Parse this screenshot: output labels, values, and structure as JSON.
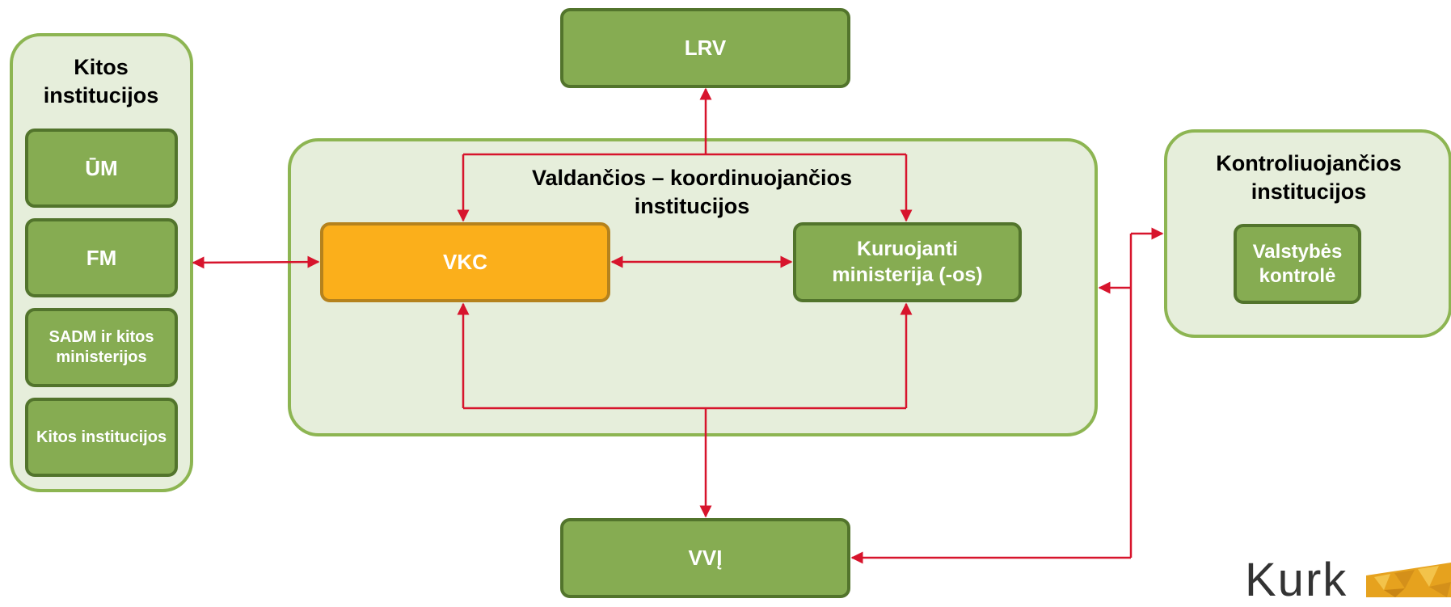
{
  "left_group": {
    "title": "Kitos institucijos",
    "items": [
      "ŪM",
      "FM",
      "SADM ir kitos ministerijos",
      "Kitos institucijos"
    ]
  },
  "center_group": {
    "title": "Valdančios – koordinuojančios institucijos",
    "vkc": "VKC",
    "ministry": "Kuruojanti ministerija (-os)"
  },
  "right_group": {
    "title": "Kontroliuojančios institucijos",
    "item": "Valstybės kontrolė"
  },
  "top_box": "LRV",
  "bottom_box": "VVĮ",
  "logo": {
    "text": "Kurk"
  },
  "colors": {
    "panel_fill": "#e6eedb",
    "panel_border": "#8db552",
    "box_fill": "#86ac52",
    "box_border": "#52742c",
    "vkc_fill": "#fbaf1b",
    "arrow": "#d7142c",
    "logo_gold": "#e6a21e"
  }
}
